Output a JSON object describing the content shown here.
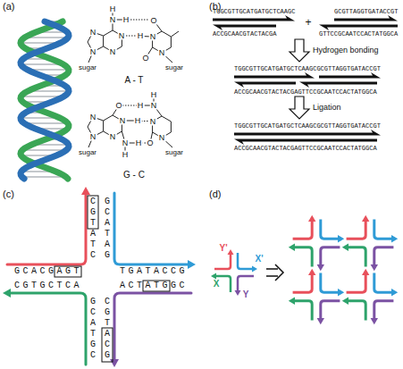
{
  "diagram": {
    "labels": [
      "(a)",
      "H",
      "N",
      "H",
      "N",
      "N",
      "N",
      "N",
      "O",
      "H",
      "N",
      "O",
      "N",
      "sugar",
      "sugar",
      "A - T",
      "O",
      "N",
      "H",
      "N",
      "H",
      "H",
      "N",
      "N",
      "N",
      "H",
      "N",
      "H",
      "N",
      "O",
      "N",
      "sugar",
      "sugar",
      "G - C",
      "(b)",
      "TGGCGTTGCATGATGCTCAAGC",
      "ACCGCAACGTACTACGA",
      "+",
      "GCGTTAGGTGATACCGT",
      "GTTCCGCAATCCACTATGGCA",
      "Hydrogen bonding",
      "TGGCGTTGCATGATGCTCAAGCGCGTTAGGTGATACCGT",
      "ACCGCAACGTACTACGAGTTCCGCAATCCACTATGGCA",
      "Ligation",
      "TGGCGTTGCATGATGCTCAAGCGCGTTAGGTGATACCGT",
      "ACCGCAACGTACTACGAGTTCCGCAATCCACTATGGCA",
      "(c)",
      "CGTATC",
      "GCATAG",
      "GCACGAGT",
      "CGTGCTCA",
      "TGATACCG",
      "ACTATGGC",
      "GCATGC",
      "CGTACG",
      "(d)",
      "Y'",
      "X'",
      "X",
      "Y"
    ]
  }
}
